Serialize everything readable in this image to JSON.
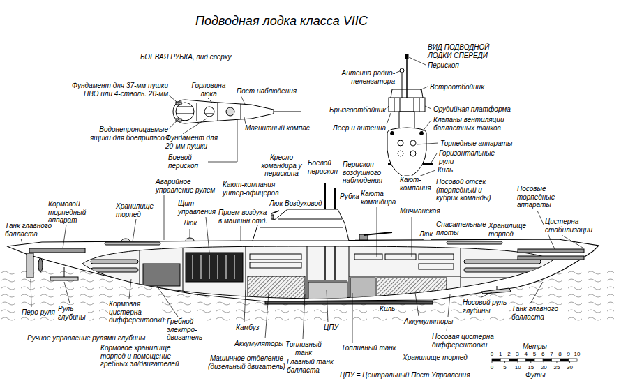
{
  "diagram": {
    "title": "Подводная лодка класса VIIC",
    "labels": [
      "БОЕВАЯ РУБКА, вид сверху",
      "Фундамент для 37-мм пушки ПВО или 4-стволь. 20-мм",
      "Горловина люка",
      "Пост наблюдения",
      "Магнитный компас",
      "Водонепроницаемые ящики для боеприпасов",
      "Фундамент для 20-мм пушки",
      "Боевой перископ",
      "ВИД ПОДВОДНОЙ ЛОДКИ СПЕРЕДИ",
      "Перископ",
      "Антенна радио-пеленгатора",
      "Ветроотбойник",
      "Брызгоотбойник",
      "Орудийная платформа",
      "Леер и антенна",
      "Клапаны вентиляции балластных танков",
      "Торпедные аппараты",
      "Горизонтальные рули",
      "Киль",
      "Кресло командира у перископа",
      "Боевой перископ",
      "Перископ воздушного наблюдения",
      "Аварийное управление рулем",
      "Кают-компания унтер-офицеров",
      "Рубка",
      "Каюта командира",
      "Кают-компания",
      "Носовой отсек (торпедный и кубрик команды)",
      "Носовые торпедные аппараты",
      "Хранилище торпед",
      "Щит управления",
      "Люк",
      "Прием воздуха в машинн.отд.",
      "Люк",
      "Воздуховод",
      "Кормовой торпедный аппарат",
      "Танк главного балласта",
      "Мичманская",
      "Люк",
      "Спасательные плоты",
      "Хранилище торпед",
      "Цистерна стабилизации",
      "Перо руля",
      "Руль глубины",
      "Кормовая цистерна дифферентовки",
      "Ручное управление рулями глубины",
      "Гребной электро-двигатель",
      "Кормовое хранилище торпед и помещение гребных эл/двигателей",
      "Камбуз",
      "Машинное отделение (дизельный двигатель)",
      "Аккумуляторы",
      "Топливный танк",
      "Главный танк балласта",
      "ЦПУ",
      "Топливный танк",
      "Аккумуляторы",
      "Киль",
      "Хранилище торпед",
      "Носовая цистерна дифферентовки",
      "Носовой руль глубины",
      "Танк главного балласта",
      "ЦПУ = Центральный Пост Управления",
      "Метры",
      "0",
      "1",
      "2",
      "3",
      "4",
      "5",
      "6",
      "7",
      "8",
      "9",
      "10",
      "Футы",
      "0",
      "5",
      "10",
      "15",
      "20",
      "25",
      "30"
    ]
  }
}
